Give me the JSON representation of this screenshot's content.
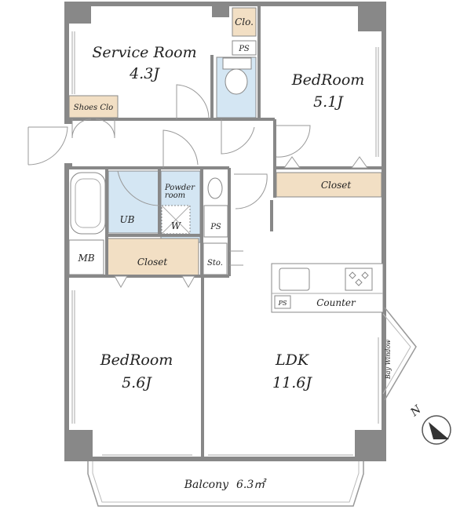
{
  "rooms": {
    "service_room": {
      "name": "Service Room",
      "size": "4.3J"
    },
    "bedroom_ne": {
      "name": "BedRoom",
      "size": "5.1J"
    },
    "bedroom_sw": {
      "name": "BedRoom",
      "size": "5.6J"
    },
    "ldk": {
      "name": "LDK",
      "size": "11.6J"
    },
    "balcony": {
      "name": "Balcony",
      "size": "6.3㎡"
    }
  },
  "fixtures": {
    "clo": "Clo.",
    "ps_top": "PS",
    "shoes_clo": "Shoes Clo",
    "closet_bedroom": "Closet",
    "powder_line1": "Powder",
    "powder_line2": "room",
    "ub": "UB",
    "washer": "W",
    "ps_mid": "PS",
    "mb": "MB",
    "closet_hall": "Closet",
    "sto": "Sto.",
    "counter": "Counter",
    "ps_kitchen": "PS",
    "bay_window": "Bay Window"
  },
  "compass": {
    "north": "N"
  },
  "colors": {
    "closet": "#f2dfc4",
    "wet": "#d4e6f3",
    "wall": "#888888",
    "line": "#999999"
  }
}
